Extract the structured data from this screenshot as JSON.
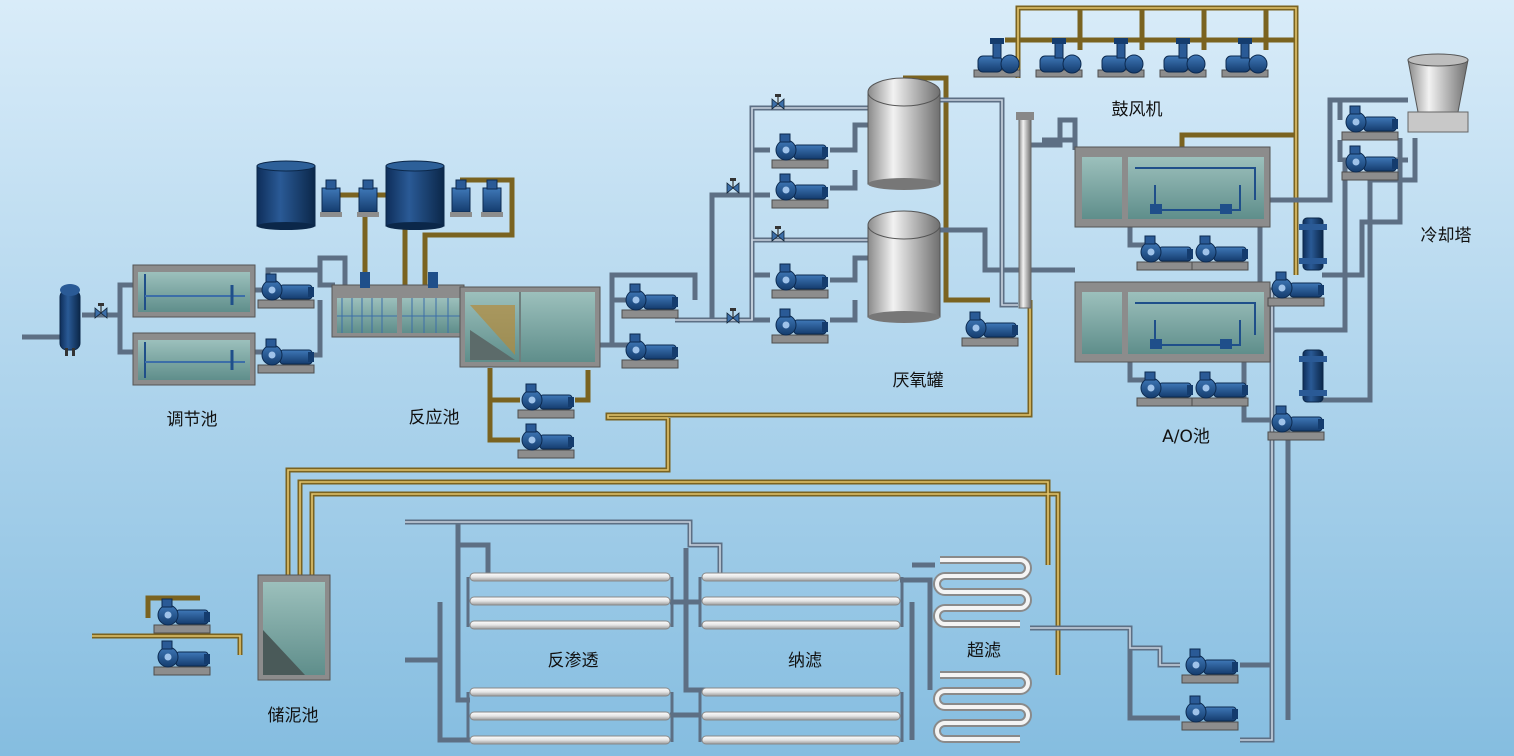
{
  "labels": {
    "equalization": "调节池",
    "reaction": "反应池",
    "anaerobic": "厌氧罐",
    "blower": "鼓风机",
    "ao": "A/O池",
    "cooling": "冷却塔",
    "ro": "反渗透",
    "nf": "纳滤",
    "uf": "超滤",
    "sludge": "储泥池"
  },
  "colors": {
    "background_top": "#d9ecf9",
    "background_bottom": "#85bde0",
    "pipe_gray": "#5d6f84",
    "pipe_gold": "#7a6320",
    "equipment_blue": "#1f4f8a",
    "tank_water": "#7aa8a4",
    "concrete": "#8f8f8f"
  }
}
